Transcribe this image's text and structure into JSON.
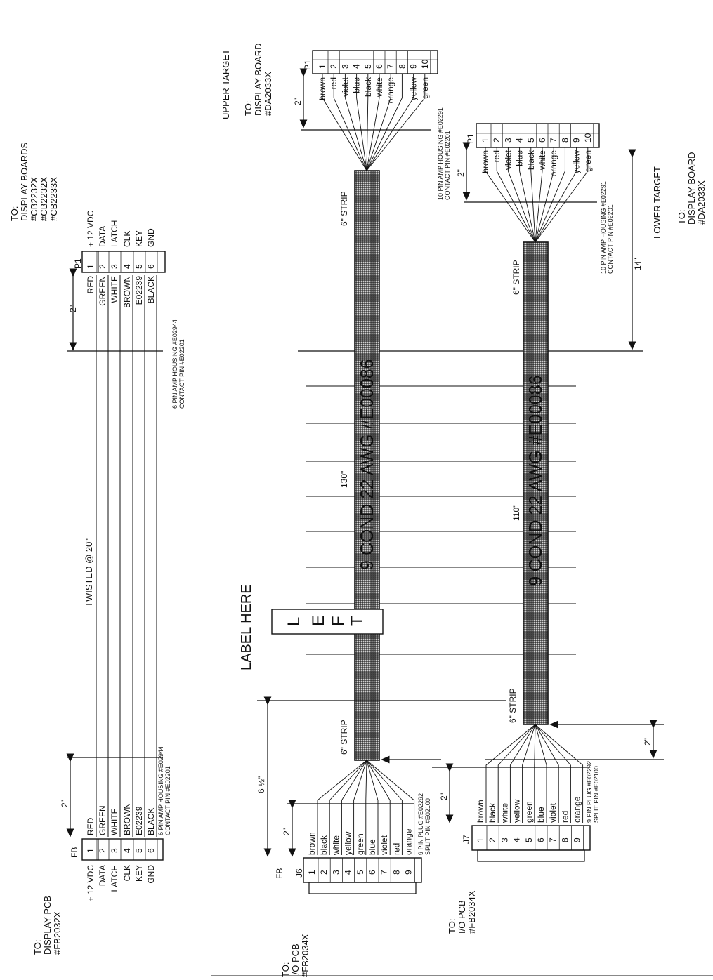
{
  "to_label": "TO:",
  "top_left": {
    "dest": [
      "DISPLAY BOARDS",
      "#CB2232X",
      "#CB2232X",
      "#CB2233X"
    ],
    "connector": "P1",
    "pins": [
      "1",
      "2",
      "3",
      "4",
      "5",
      "6"
    ],
    "signals": [
      "+ 12 VDC",
      "DATA",
      "LATCH",
      "CLK",
      "KEY",
      "GND"
    ],
    "wires": [
      "RED",
      "GREEN",
      "WHITE",
      "BROWN",
      "E02239",
      "BLACK"
    ],
    "housing": [
      "6 PIN AMP HOUSING #E02944",
      "CONTACT PIN #E02201"
    ],
    "dim": "2\""
  },
  "bottom_left": {
    "dest": [
      "DISPLAY PCB",
      "#FB2032X"
    ],
    "connector": "FB",
    "pins": [
      "1",
      "2",
      "3",
      "4",
      "5",
      "6"
    ],
    "signals": [
      "+ 12 VDC",
      "DATA",
      "LATCH",
      "CLK",
      "KEY",
      "GND"
    ],
    "wires": [
      "RED",
      "GREEN",
      "WHITE",
      "BROWN",
      "E02239",
      "BLACK"
    ],
    "housing": [
      "6 PIN AMP HOUSING #E02944",
      "CONTACT PIN #E02201"
    ],
    "dim": "2\""
  },
  "twisted": "TWISTED @ 20\"",
  "upper_target": {
    "title": "UPPER TARGET",
    "dest": [
      "DISPLAY BOARD",
      "#DA2033X"
    ],
    "connector": "P1",
    "pins": [
      "1",
      "2",
      "3",
      "4",
      "5",
      "6",
      "7",
      "8",
      "9",
      "10"
    ],
    "wires": [
      "brown",
      "red",
      "violet",
      "blue",
      "black",
      "white",
      "orange",
      "",
      "yellow",
      "green"
    ],
    "housing": [
      "10 PIN AMP HOUSING #E02291",
      "CONTACT PIN #E02201"
    ],
    "dim": "2\""
  },
  "lower_target": {
    "title": "LOWER TARGET",
    "dest": [
      "DISPLAY BOARD",
      "#DA2033X"
    ],
    "connector": "P1",
    "pins": [
      "1",
      "2",
      "3",
      "4",
      "5",
      "6",
      "7",
      "8",
      "9",
      "10"
    ],
    "wires": [
      "brown",
      "red",
      "violet",
      "blue",
      "black",
      "white",
      "orange",
      "",
      "yellow",
      "green"
    ],
    "housing": [
      "10 PIN AMP HOUSING #E02291",
      "CONTACT PIN #E02201"
    ],
    "dim": "2\"",
    "dim_offset": "14\""
  },
  "cable_upper": {
    "text": "9 COND 22 AWG #E00086",
    "length": "130\"",
    "strip_top": "6\" STRIP",
    "strip_bottom": "6\" STRIP"
  },
  "cable_lower": {
    "text": "9 COND 22 AWG #E00086",
    "length": "110\"",
    "strip_top": "6\" STRIP",
    "strip_bottom": "6\" STRIP"
  },
  "label_here": "LABEL HERE",
  "left_box": [
    "L",
    "E",
    "F",
    "T"
  ],
  "j6": {
    "connector": "J6",
    "fb": "FB",
    "pins": [
      "1",
      "2",
      "3",
      "4",
      "5",
      "6",
      "7",
      "8",
      "9"
    ],
    "wires": [
      "brown",
      "black",
      "white",
      "yellow",
      "green",
      "blue",
      "violet",
      "red",
      "orange"
    ],
    "plug": [
      "9 PIN PLUG #E02292",
      "SPLIT PIN #E02100"
    ],
    "dim": "2\"",
    "dim_outer": "6 ½\"",
    "dest": [
      "I/O PCB",
      "#FB2034X"
    ]
  },
  "j7": {
    "connector": "J7",
    "pins": [
      "1",
      "2",
      "3",
      "4",
      "5",
      "6",
      "7",
      "8",
      "9"
    ],
    "wires": [
      "brown",
      "black",
      "white",
      "yellow",
      "green",
      "blue",
      "violet",
      "red",
      "orange"
    ],
    "plug": [
      "9 PIN PLUG #E02292",
      "SPLIT PIN #E02100"
    ],
    "dim": "2\"",
    "dim_right": "2\"",
    "dest": [
      "I/O PCB",
      "#FB2034X"
    ]
  }
}
